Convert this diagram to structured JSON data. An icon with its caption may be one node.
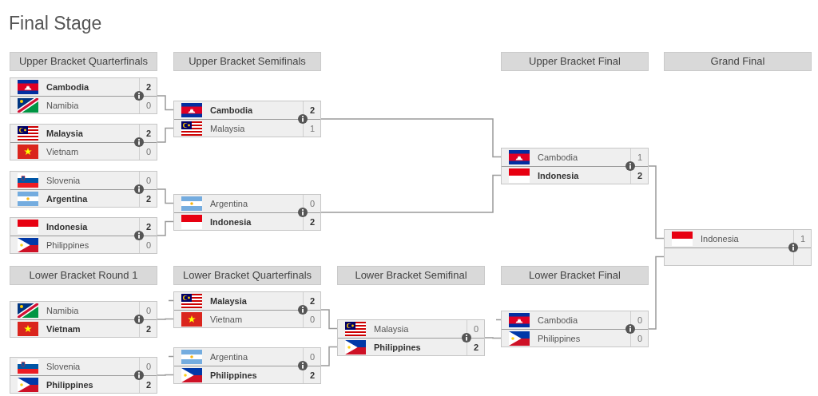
{
  "diagram": {
    "title": "Final Stage",
    "nodes": [
      {
        "text": [
          "Upper Bracket Quarterfinals"
        ]
      },
      {
        "text": [
          "Upper Bracket Semifinals"
        ]
      },
      {
        "text": [
          "Upper Bracket Final"
        ]
      },
      {
        "text": [
          "Grand Final"
        ]
      },
      {
        "text": [
          "Cambodia",
          "2",
          "Namibia",
          "0"
        ]
      },
      {
        "text": [
          "Malaysia",
          "2",
          "Vietnam",
          "0"
        ]
      },
      {
        "text": [
          "Slovenia",
          "0",
          "Argentina",
          "2"
        ]
      },
      {
        "text": [
          "Indonesia",
          "2",
          "Philippines",
          "0"
        ]
      },
      {
        "text": [
          "Cambodia",
          "2",
          "Malaysia",
          "1"
        ]
      },
      {
        "text": [
          "Argentina",
          "0",
          "Indonesia",
          "2"
        ]
      },
      {
        "text": [
          "Cambodia",
          "1",
          "Indonesia",
          "2"
        ]
      },
      {
        "text": [
          "Indonesia",
          "1"
        ]
      },
      {
        "text": [
          "Lower Bracket Round 1"
        ]
      },
      {
        "text": [
          "Lower Bracket Quarterfinals"
        ]
      },
      {
        "text": [
          "Lower Bracket Semifinal"
        ]
      },
      {
        "text": [
          "Lower Bracket Final"
        ]
      },
      {
        "text": [
          "Namibia",
          "0",
          "Vietnam",
          "2"
        ]
      },
      {
        "text": [
          "Slovenia",
          "0",
          "Philippines",
          "2"
        ]
      },
      {
        "text": [
          "Malaysia",
          "2",
          "Vietnam",
          "0"
        ]
      },
      {
        "text": [
          "Argentina",
          "0",
          "Philippines",
          "2"
        ]
      },
      {
        "text": [
          "Malaysia",
          "0",
          "Philippines",
          "2"
        ]
      },
      {
        "text": [
          "Cambodia",
          "0",
          "Philippines",
          "0"
        ]
      }
    ],
    "edges": [
      {
        "from": 4,
        "to": 8,
        "arrow": "none"
      },
      {
        "from": 5,
        "to": 8,
        "arrow": "none"
      },
      {
        "from": 6,
        "to": 9,
        "arrow": "none"
      },
      {
        "from": 7,
        "to": 9,
        "arrow": "none"
      },
      {
        "from": 8,
        "to": 10,
        "arrow": "none"
      },
      {
        "from": 9,
        "to": 10,
        "arrow": "none"
      },
      {
        "from": 10,
        "to": 11,
        "arrow": "none"
      },
      {
        "from": 21,
        "to": 11,
        "arrow": "none"
      },
      {
        "from": 16,
        "to": 18,
        "arrow": "none"
      },
      {
        "from": 17,
        "to": 19,
        "arrow": "none"
      },
      {
        "from": 18,
        "to": 20,
        "arrow": "none"
      },
      {
        "from": 19,
        "to": 20,
        "arrow": "none"
      },
      {
        "from": 20,
        "to": 21,
        "arrow": "none"
      },
      {
        "from": null,
        "to": 18,
        "arrow": "none"
      },
      {
        "from": null,
        "to": 19,
        "arrow": "none"
      },
      {
        "from": null,
        "to": 21,
        "arrow": "none"
      }
    ]
  }
}
